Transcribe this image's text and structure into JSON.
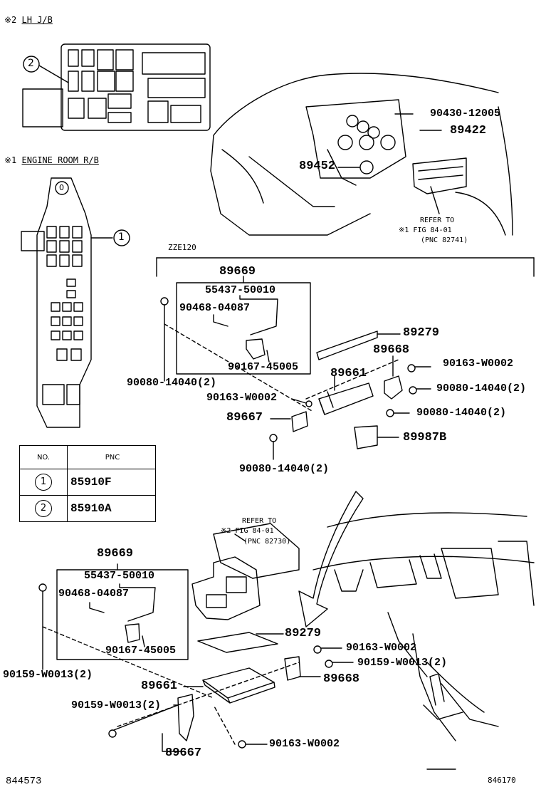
{
  "header_lh_jb": {
    "marker": "※2",
    "title": "LH J/B"
  },
  "header_engine_rb": {
    "marker": "※1",
    "title": "ENGINE ROOM R/B"
  },
  "callout_1": "1",
  "callout_2": "2",
  "callout_0": "0",
  "table": {
    "headers": [
      "NO.",
      "PNC"
    ],
    "rows": [
      {
        "no": "1",
        "pnc": "85910F"
      },
      {
        "no": "2",
        "pnc": "85910A"
      }
    ]
  },
  "engine": {
    "p90430": "90430-12005",
    "p89422": "89422",
    "p89452": "89452",
    "refer": {
      "line1": "REFER TO",
      "line2": "※1 FIG 84-01",
      "line3": "(PNC 82741)"
    }
  },
  "upper": {
    "section": "ZZE120",
    "p89669": "89669",
    "p55437": "55437-50010",
    "p90468": "90468-04087",
    "p90167": "90167-45005",
    "p90080_left": "90080-14040(2)",
    "p89279": "89279",
    "p89668": "89668",
    "p90163_r": "90163-W0002",
    "p90080_r1": "90080-14040(2)",
    "p89661": "89661",
    "p90163_l": "90163-W0002",
    "p89667": "89667",
    "p90080_r2": "90080-14040(2)",
    "p89987B": "89987B",
    "p90080_bot": "90080-14040(2)"
  },
  "lower": {
    "refer": {
      "line1": "REFER TO",
      "line2": "※2 FIG 84-01",
      "line3": "(PNC 82730)"
    },
    "p89669": "89669",
    "p55437": "55437-50010",
    "p90468": "90468-04087",
    "p90167": "90167-45005",
    "p90159_left": "90159-W0013(2)",
    "p89279": "89279",
    "p90163_r": "90163-W0002",
    "p90159_r": "90159-W0013(2)",
    "p89661": "89661",
    "p89668": "89668",
    "p90159_l2": "90159-W0013(2)",
    "p90163_b": "90163-W0002",
    "p89667": "89667"
  },
  "footer": {
    "left": "844573",
    "right": "846170"
  }
}
